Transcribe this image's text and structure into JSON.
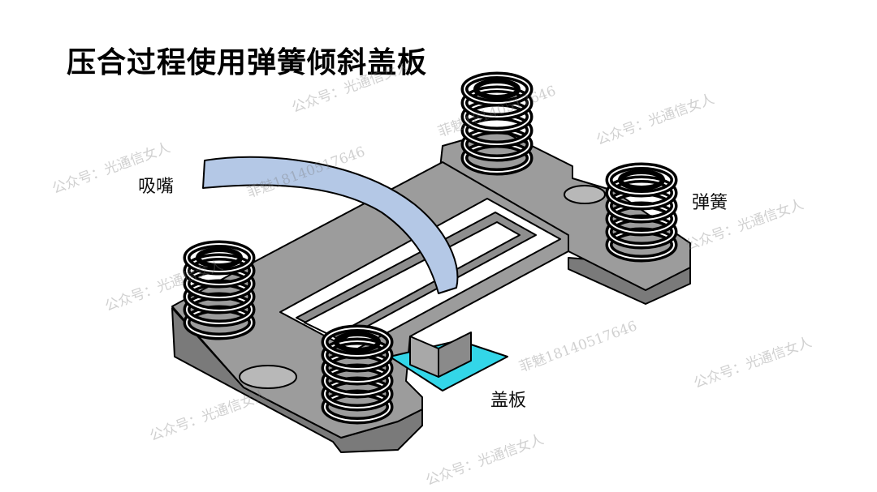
{
  "title": "压合过程使用弹簧倾斜盖板",
  "labels": {
    "nozzle": "吸嘴",
    "spring": "弹簧",
    "cover_plate": "盖板"
  },
  "watermarks": {
    "account": "公众号：光通信女人",
    "phone": "菲魅18140517646"
  },
  "colors": {
    "plate_top": "#9c9c9c",
    "plate_side": "#7a7a7a",
    "nozzle": "#b4c8e6",
    "cover": "#33d6e8",
    "spring": "#000000"
  }
}
